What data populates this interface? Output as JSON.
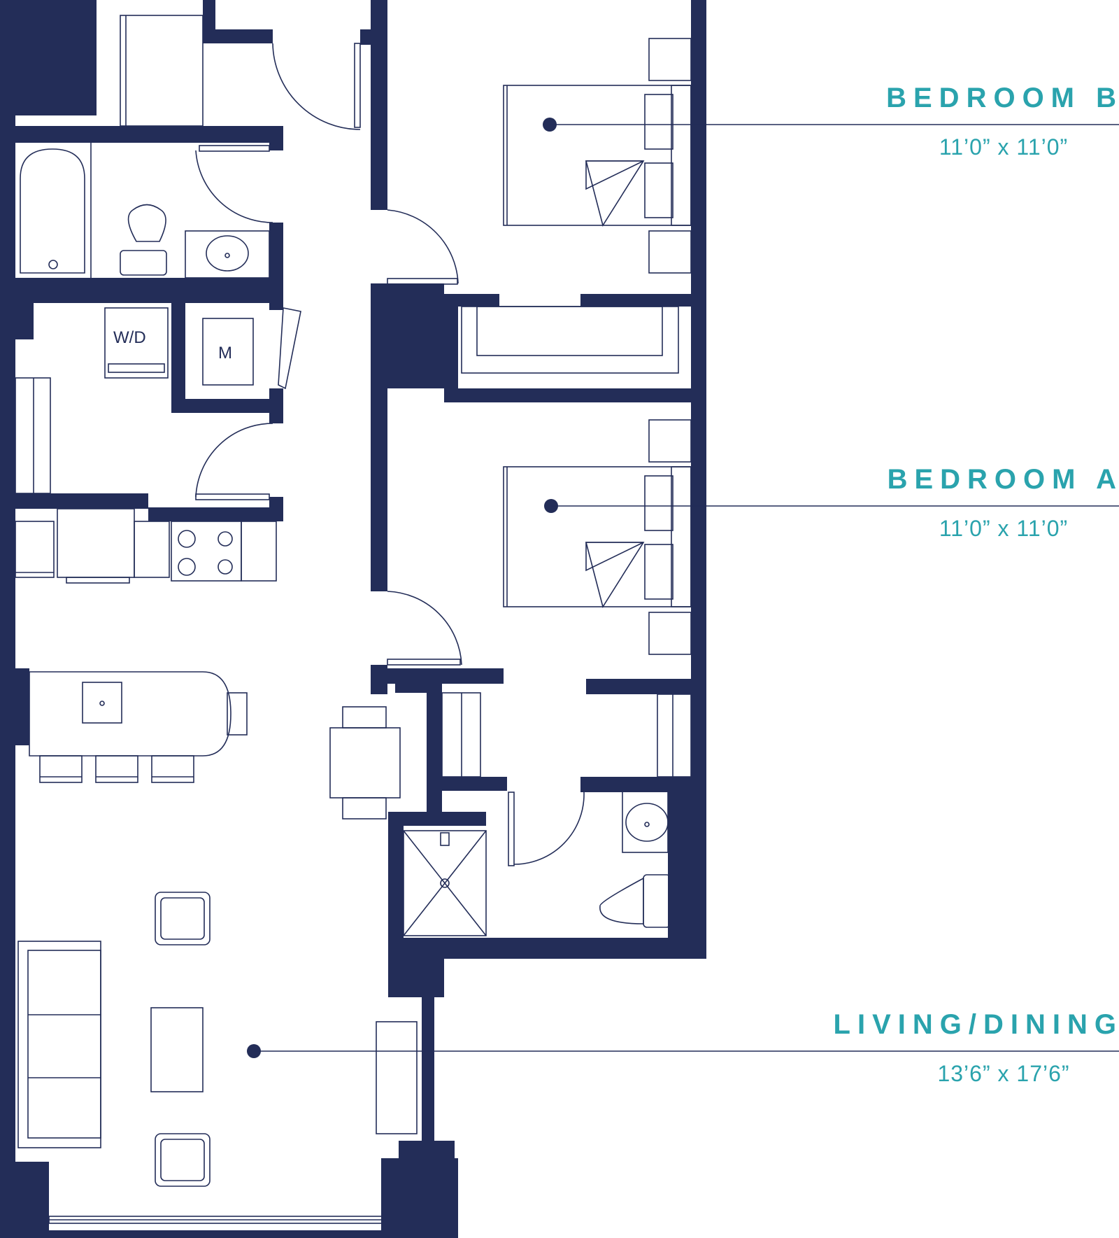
{
  "colors": {
    "wall": "#232d58",
    "label": "#2aa3ad",
    "background": "#ffffff"
  },
  "rooms": {
    "bedroom_b": {
      "name": "BEDROOM B",
      "dimensions": "11’0” x 11’0”"
    },
    "bedroom_a": {
      "name": "BEDROOM A",
      "dimensions": "11’0” x 11’0”"
    },
    "living_dining": {
      "name": "LIVING/DINING",
      "dimensions": "13’6” x 17’6”"
    }
  },
  "fixtures": {
    "washer_dryer": "W/D",
    "mechanical": "M"
  }
}
